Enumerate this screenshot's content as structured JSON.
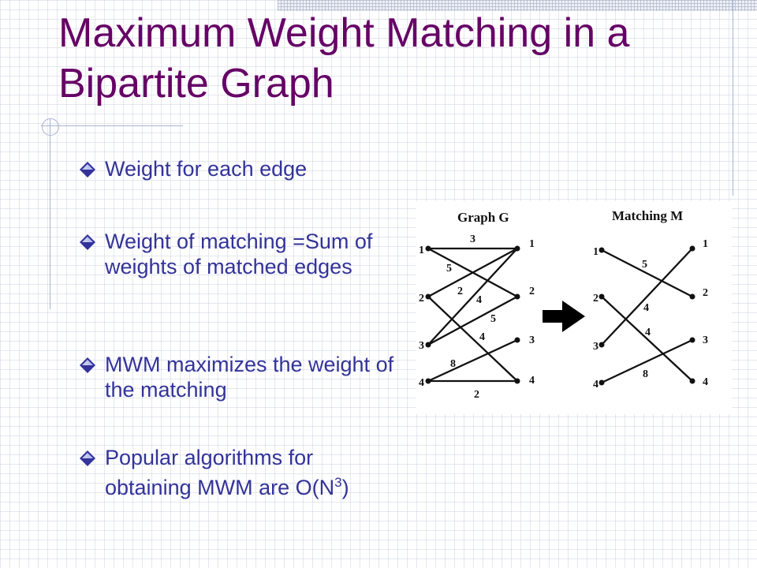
{
  "slide": {
    "title": "Maximum Weight Matching in a Bipartite Graph",
    "colors": {
      "title": "#660066",
      "text": "#333399",
      "bullet": "#333399",
      "deco": "#aab4d4"
    },
    "bullets": [
      {
        "text": "Weight for each edge"
      },
      {
        "text": "Weight of matching =Sum of weights of matched edges"
      },
      {
        "text": "MWM maximizes the weight of the matching"
      },
      {
        "text": "Popular algorithms for obtaining MWM are O(N",
        "sup": "3",
        "suffix": ")"
      }
    ],
    "bullet_icon": "diamond-bullet-icon"
  },
  "diagram": {
    "graph_title": "Graph G",
    "matching_title": "Matching M",
    "arrow_icon": "right-arrow-icon",
    "left_nodes": [
      "1",
      "2",
      "3",
      "4"
    ],
    "right_nodes": [
      "1",
      "2",
      "3",
      "4"
    ],
    "graph_edges": [
      {
        "from": "1",
        "to": "1",
        "weight": "3"
      },
      {
        "from": "1",
        "to": "2",
        "weight": "5"
      },
      {
        "from": "2",
        "to": "1",
        "weight": "2"
      },
      {
        "from": "3",
        "to": "1",
        "weight": "4"
      },
      {
        "from": "3",
        "to": "2",
        "weight": "5"
      },
      {
        "from": "2",
        "to": "4",
        "weight": "4"
      },
      {
        "from": "4",
        "to": "3",
        "weight": "8"
      },
      {
        "from": "4",
        "to": "4",
        "weight": "2"
      }
    ],
    "matching_edges": [
      {
        "from": "1",
        "to": "2",
        "weight": "5"
      },
      {
        "from": "3",
        "to": "1",
        "weight": "4"
      },
      {
        "from": "2",
        "to": "4",
        "weight": "4"
      },
      {
        "from": "4",
        "to": "3",
        "weight": "8"
      }
    ]
  }
}
